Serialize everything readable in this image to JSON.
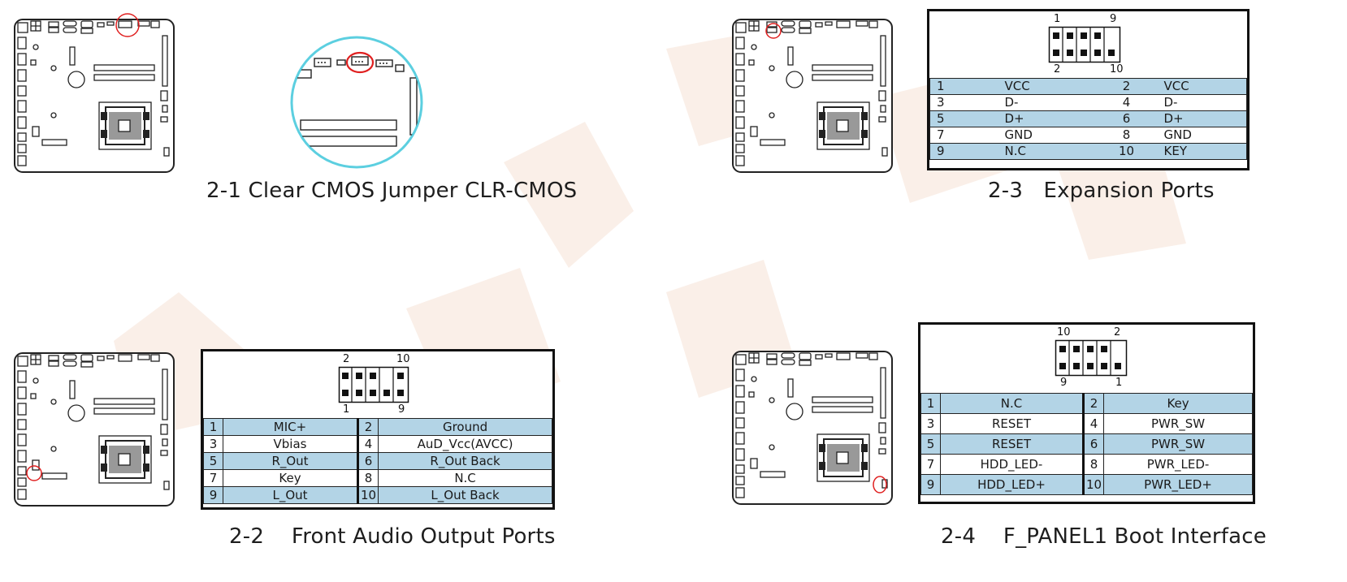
{
  "captions": {
    "s1": "2-1 Clear CMOS Jumper CLR-CMOS",
    "s2": "2-2    Front Audio Output Ports",
    "s3": "2-3   Expansion Ports",
    "s4": "2-4    F_PANEL1 Boot Interface"
  },
  "expansion": {
    "pin_top_left": "1",
    "pin_top_right": "9",
    "pin_bottom_left": "2",
    "pin_bottom_right": "10",
    "rows": [
      {
        "p1": "1",
        "s1": "VCC",
        "p2": "2",
        "s2": "VCC"
      },
      {
        "p1": "3",
        "s1": "D-",
        "p2": "4",
        "s2": "D-"
      },
      {
        "p1": "5",
        "s1": "D+",
        "p2": "6",
        "s2": "D+"
      },
      {
        "p1": "7",
        "s1": "GND",
        "p2": "8",
        "s2": "GND"
      },
      {
        "p1": "9",
        "s1": "N.C",
        "p2": "10",
        "s2": "KEY"
      }
    ]
  },
  "audio": {
    "pin_top_left": "2",
    "pin_top_right": "10",
    "pin_bottom_left": "1",
    "pin_bottom_right": "9",
    "rows": [
      {
        "p1": "1",
        "s1": "MIC+",
        "p2": "2",
        "s2": "Ground"
      },
      {
        "p1": "3",
        "s1": "Vbias",
        "p2": "4",
        "s2": "AuD_Vcc(AVCC)"
      },
      {
        "p1": "5",
        "s1": "R_Out",
        "p2": "6",
        "s2": "R_Out Back"
      },
      {
        "p1": "7",
        "s1": "Key",
        "p2": "8",
        "s2": "N.C"
      },
      {
        "p1": "9",
        "s1": "L_Out",
        "p2": "10",
        "s2": "L_Out Back"
      }
    ]
  },
  "fpanel": {
    "pin_top_left": "10",
    "pin_top_right": "2",
    "pin_bottom_left": "9",
    "pin_bottom_right": "1",
    "rows": [
      {
        "p1": "1",
        "s1": "N.C",
        "p2": "2",
        "s2": "Key"
      },
      {
        "p1": "3",
        "s1": "RESET",
        "p2": "4",
        "s2": "PWR_SW"
      },
      {
        "p1": "5",
        "s1": "RESET",
        "p2": "6",
        "s2": "PWR_SW"
      },
      {
        "p1": "7",
        "s1": "HDD_LED-",
        "p2": "8",
        "s2": "PWR_LED-"
      },
      {
        "p1": "9",
        "s1": "HDD_LED+",
        "p2": "10",
        "s2": "PWR_LED+"
      }
    ]
  },
  "colors": {
    "row_blue": "#b3d4e6",
    "highlight_red": "#e02020",
    "zoom_cyan": "#5ccfe0"
  }
}
